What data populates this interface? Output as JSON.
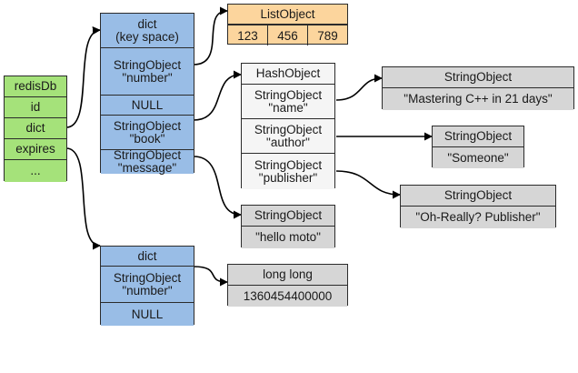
{
  "redisDb": {
    "title": "redisDb",
    "fields": [
      "id",
      "dict",
      "expires",
      "..."
    ]
  },
  "key_space": {
    "header": "dict\n(key space)",
    "entries": [
      "StringObject\n\"number\"",
      "NULL",
      "StringObject\n\"book\"",
      "StringObject\n\"message\""
    ]
  },
  "list_object": {
    "title": "ListObject",
    "values": [
      "123",
      "456",
      "789"
    ]
  },
  "hash_object": {
    "title": "HashObject",
    "fields": [
      "StringObject\n\"name\"",
      "StringObject\n\"author\"",
      "StringObject\n\"publisher\""
    ]
  },
  "string_name": {
    "title": "StringObject",
    "value": "\"Mastering C++ in 21 days\""
  },
  "string_author": {
    "title": "StringObject",
    "value": "\"Someone\""
  },
  "string_publisher": {
    "title": "StringObject",
    "value": "\"Oh-Really? Publisher\""
  },
  "string_message": {
    "title": "StringObject",
    "value": "\"hello moto\""
  },
  "expires_dict": {
    "header": "dict",
    "entries": [
      "StringObject\n\"number\"",
      "NULL"
    ]
  },
  "long_long": {
    "title": "long long",
    "value": "1360454400000"
  },
  "colors": {
    "green": "#a5e27a",
    "blue": "#99bde6",
    "orange": "#fcd59d",
    "gray": "#d6d6d6",
    "white": "#f5f5f5"
  }
}
